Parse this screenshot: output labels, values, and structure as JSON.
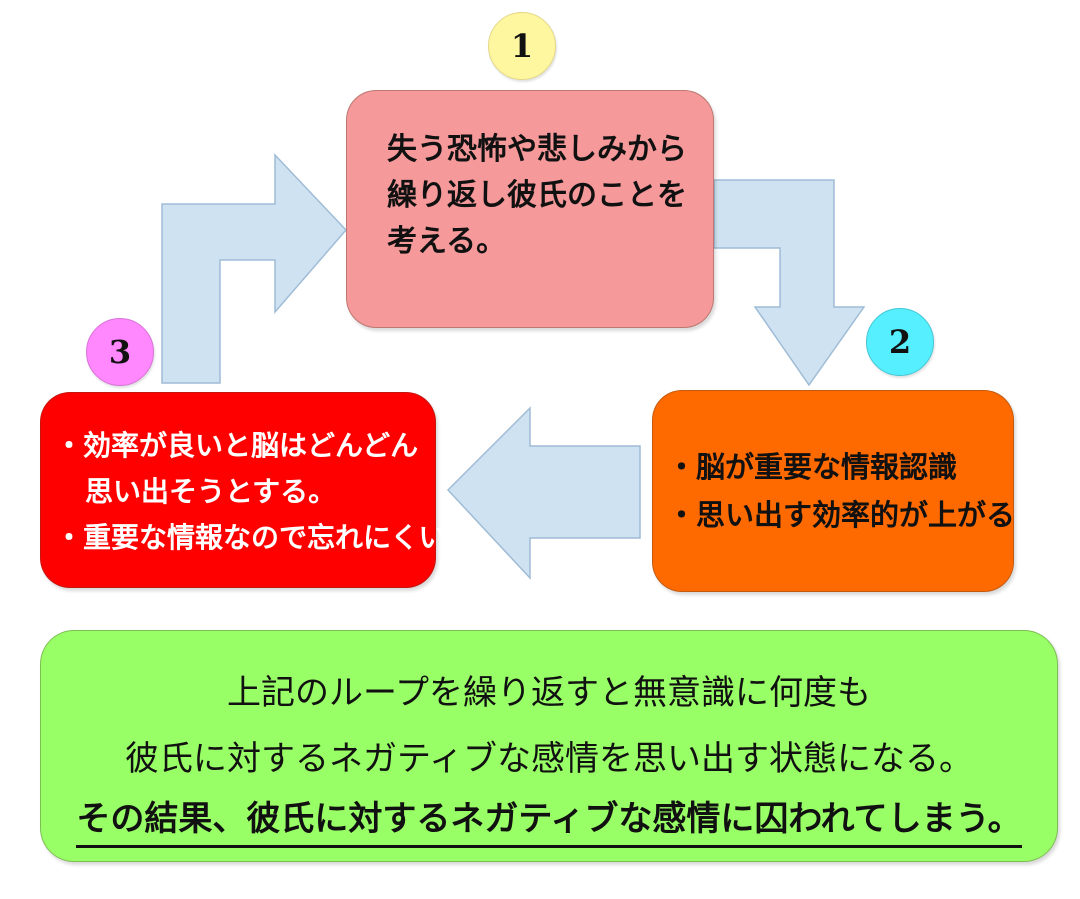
{
  "badges": {
    "step1": "1",
    "step2": "2",
    "step3": "3"
  },
  "box1": {
    "lines": [
      "失う恐怖や悲しみから",
      "繰り返し彼氏のことを",
      "考える。"
    ],
    "color": "#f5999a"
  },
  "box2": {
    "lines": [
      "・脳が重要な情報認識",
      "・思い出す効率的が上がる"
    ],
    "color": "#ff6a00"
  },
  "box3": {
    "lines": [
      "・効率が良いと脳はどんどん",
      "思い出そうとする。",
      "・重要な情報なので忘れにくい"
    ],
    "color": "#ff0000"
  },
  "summary": {
    "line1": "上記のループを繰り返すと無意識に何度も",
    "line2": "彼氏に対するネガティブな感情を思い出す状態になる。",
    "line3": "その結果、彼氏に対するネガティブな感情に囚われてしまう。",
    "color": "#99ff66"
  },
  "colors": {
    "arrow": "#cfe2f1",
    "badge1": "#fff6a0",
    "badge2": "#55efff",
    "badge3": "#ff88ff"
  }
}
